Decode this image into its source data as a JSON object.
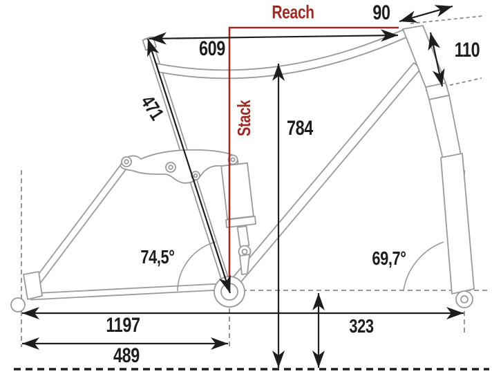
{
  "diagram": {
    "type": "bike-frame-geometry",
    "labels": {
      "reach": "Reach",
      "stack": "Stack",
      "stem_length": "90",
      "effective_top_tube": "609",
      "head_tube_length": "110",
      "seat_tube_length": "471",
      "standover_height": "784",
      "seat_tube_angle": "74,5°",
      "head_tube_angle": "69,7°",
      "wheelbase": "1197",
      "rear_center": "489",
      "bb_height": "323"
    },
    "colors": {
      "accent_red": "#9E2A25",
      "dimension_black": "#1D1D1B",
      "frame_gray": "#9A9A9A"
    }
  }
}
